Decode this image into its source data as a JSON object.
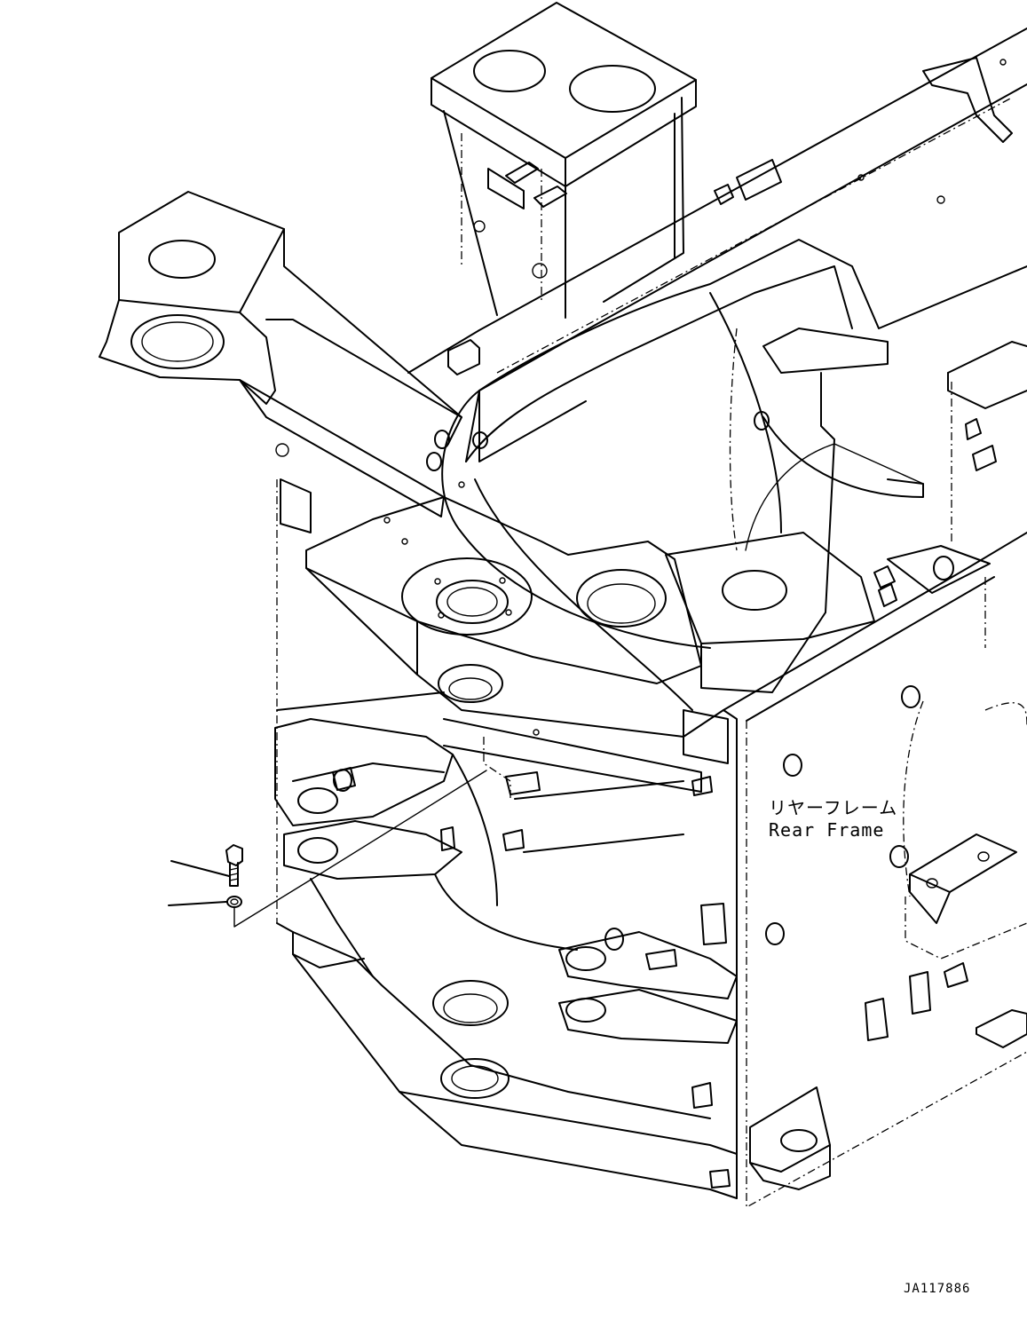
{
  "part_label": {
    "japanese": "リヤーフレーム",
    "english": "Rear Frame"
  },
  "drawing_code": "JA117886",
  "callouts": [
    {
      "item": "bolt-icon"
    },
    {
      "item": "washer-icon"
    }
  ]
}
